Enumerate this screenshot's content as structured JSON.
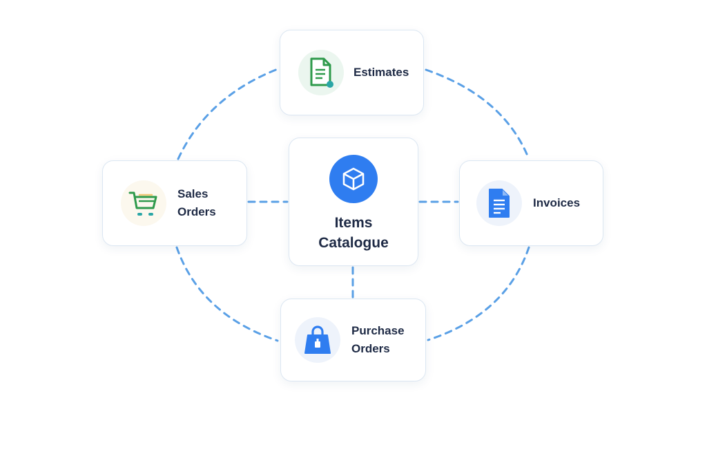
{
  "center": {
    "line1": "Items",
    "line2": "Catalogue",
    "icon": "cube-icon",
    "color": "#2f7df0"
  },
  "nodes": {
    "estimates": {
      "line1": "Estimates",
      "icon": "document-icon",
      "color": "#2e9a4b"
    },
    "sales_orders": {
      "line1": "Sales",
      "line2": "Orders",
      "icon": "shopping-cart-icon",
      "color": "#2e9a4b"
    },
    "invoices": {
      "line1": "Invoices",
      "icon": "invoice-icon",
      "color": "#2f7df0"
    },
    "purchase_orders": {
      "line1": "Purchase",
      "line2": "Orders",
      "icon": "shopping-bag-icon",
      "color": "#2f7df0"
    }
  },
  "connector_color": "#5aa0e6"
}
